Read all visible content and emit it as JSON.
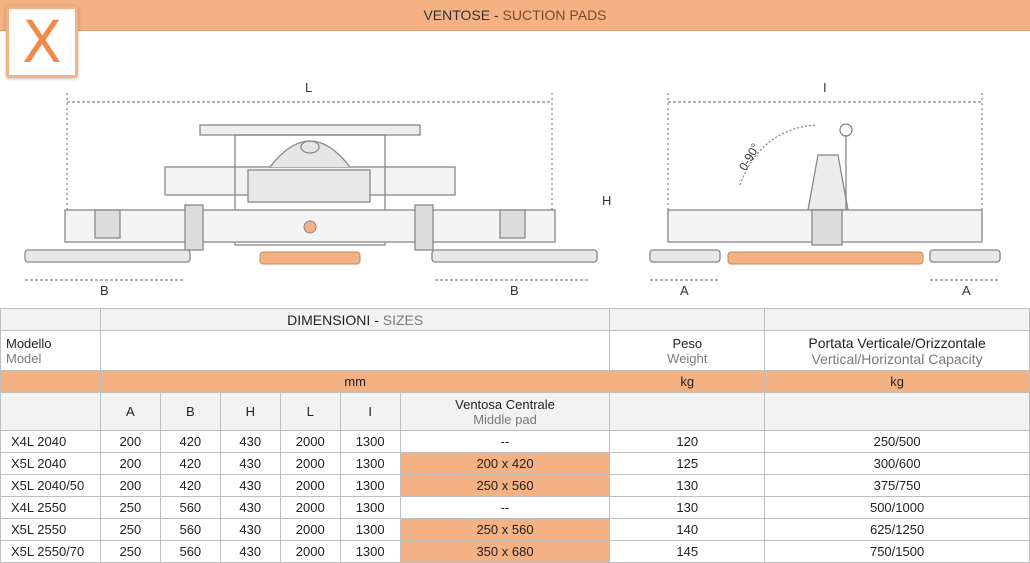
{
  "header": {
    "title_main": "VENTOSE -",
    "title_sub": "SUCTION PADS",
    "logo_letter": "X"
  },
  "drawing": {
    "labels": {
      "L": "L",
      "B_left": "B",
      "B_right": "B",
      "H": "H",
      "I": "I",
      "A_left": "A",
      "A_right": "A",
      "angle": "0-90°"
    }
  },
  "table": {
    "group_header": {
      "main": "DIMENSIONI -",
      "sub": "SIZES"
    },
    "model_label": {
      "it": "Modello",
      "en": "Model"
    },
    "weight_label": {
      "it": "Peso",
      "en": "Weight"
    },
    "capacity_label": {
      "it": "Portata Verticale/Orizzontale",
      "en": "Vertical/Horizontal Capacity"
    },
    "units": {
      "mm": "mm",
      "kg_weight": "kg",
      "kg_capacity": "kg"
    },
    "columns": [
      "A",
      "B",
      "H",
      "L",
      "I"
    ],
    "middle_pad": {
      "it": "Ventosa Centrale",
      "en": "Middle pad"
    },
    "rows": [
      {
        "model": "X4L 2040",
        "A": "200",
        "B": "420",
        "H": "430",
        "L": "2000",
        "I": "1300",
        "pad": "--",
        "weight": "120",
        "capacity": "250/500"
      },
      {
        "model": "X5L 2040",
        "A": "200",
        "B": "420",
        "H": "430",
        "L": "2000",
        "I": "1300",
        "pad": "200 x 420",
        "weight": "125",
        "capacity": "300/600"
      },
      {
        "model": "X5L 2040/50",
        "A": "200",
        "B": "420",
        "H": "430",
        "L": "2000",
        "I": "1300",
        "pad": "250 x 560",
        "weight": "130",
        "capacity": "375/750"
      },
      {
        "model": "X4L 2550",
        "A": "250",
        "B": "560",
        "H": "430",
        "L": "2000",
        "I": "1300",
        "pad": "--",
        "weight": "130",
        "capacity": "500/1000"
      },
      {
        "model": "X5L 2550",
        "A": "250",
        "B": "560",
        "H": "430",
        "L": "2000",
        "I": "1300",
        "pad": "250 x 560",
        "weight": "140",
        "capacity": "625/1250"
      },
      {
        "model": "X5L 2550/70",
        "A": "250",
        "B": "560",
        "H": "430",
        "L": "2000",
        "I": "1300",
        "pad": "350 x 680",
        "weight": "145",
        "capacity": "750/1500"
      }
    ]
  },
  "colors": {
    "accent": "#f4b183",
    "header_gray": "#f2f2f2",
    "logo_orange": "#f08a4b"
  }
}
